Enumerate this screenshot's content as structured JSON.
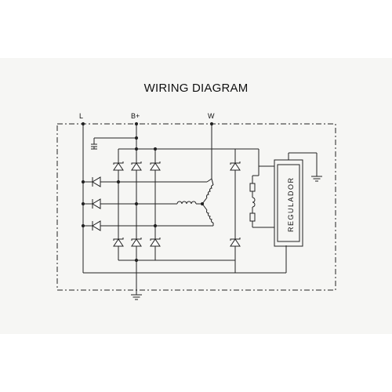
{
  "title": "WIRING DIAGRAM",
  "terminals": {
    "l": "L",
    "b_plus": "B+",
    "w": "W"
  },
  "regulator": {
    "label": "REGULADOR"
  },
  "colors": {
    "line": "#222222",
    "panel": "#f6f6f4",
    "background": "#ffffff"
  }
}
